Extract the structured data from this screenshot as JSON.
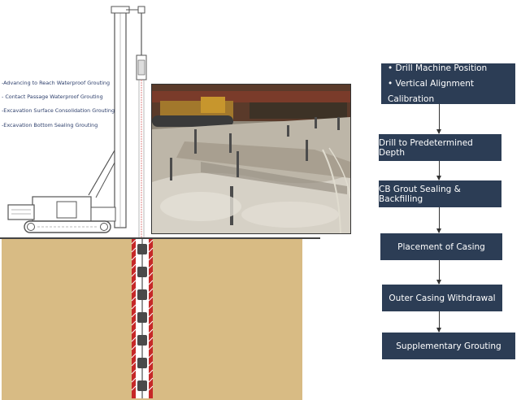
{
  "annotations": [
    "-Advancing to Reach Waterproof Grouting",
    "- Contact Passage Waterproof Grouting",
    "-Excavation Surface Consolidation Grouting",
    "-Excavation Bottom Sealing Grouting"
  ],
  "flowchart": {
    "steps": [
      {
        "lines": [
          "• Drill Machine Position",
          "• Vertical Alignment Calibration"
        ]
      },
      {
        "lines": [
          "Drill to Predetermined Depth"
        ]
      },
      {
        "lines": [
          "CB Grout Sealing & Backfilling"
        ]
      },
      {
        "lines": [
          "Placement of Casing"
        ]
      },
      {
        "lines": [
          "Outer Casing Withdrawal"
        ]
      },
      {
        "lines": [
          "Supplementary Grouting"
        ]
      }
    ]
  },
  "colors": {
    "step_fill": "#2c3d55",
    "soil": "#d8bb84",
    "casing_red": "#c62828",
    "annotation_text": "#2c3e6b"
  },
  "icons": {
    "rig": "drilling-rig-icon",
    "photo": "site-photo-icon"
  }
}
